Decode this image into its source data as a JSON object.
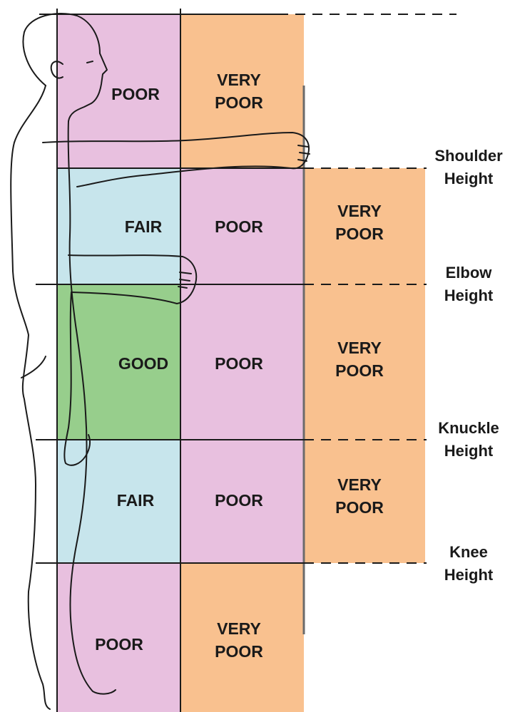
{
  "colors": {
    "good": "#97ce8c",
    "fair": "#c7e5ec",
    "poor": "#e8c0df",
    "very_poor": "#f9c18f",
    "lines": "#1a1a1a"
  },
  "height_markers": [
    {
      "line1": "Shoulder",
      "line2": "Height"
    },
    {
      "line1": "Elbow",
      "line2": "Height"
    },
    {
      "line1": "Knuckle",
      "line2": "Height"
    },
    {
      "line1": "Knee",
      "line2": "Height"
    }
  ],
  "zones": [
    {
      "band": "above-shoulder",
      "col": 1,
      "rating": "poor",
      "line1": "POOR",
      "line2": ""
    },
    {
      "band": "above-shoulder",
      "col": 2,
      "rating": "very_poor",
      "line1": "VERY",
      "line2": "POOR"
    },
    {
      "band": "shoulder-to-elbow",
      "col": 1,
      "rating": "fair",
      "line1": "FAIR",
      "line2": ""
    },
    {
      "band": "shoulder-to-elbow",
      "col": 2,
      "rating": "poor",
      "line1": "POOR",
      "line2": ""
    },
    {
      "band": "shoulder-to-elbow",
      "col": 3,
      "rating": "very_poor",
      "line1": "VERY",
      "line2": "POOR"
    },
    {
      "band": "elbow-to-knuckle",
      "col": 1,
      "rating": "good",
      "line1": "GOOD",
      "line2": ""
    },
    {
      "band": "elbow-to-knuckle",
      "col": 2,
      "rating": "poor",
      "line1": "POOR",
      "line2": ""
    },
    {
      "band": "elbow-to-knuckle",
      "col": 3,
      "rating": "very_poor",
      "line1": "VERY",
      "line2": "POOR"
    },
    {
      "band": "knuckle-to-knee",
      "col": 1,
      "rating": "fair",
      "line1": "FAIR",
      "line2": ""
    },
    {
      "band": "knuckle-to-knee",
      "col": 2,
      "rating": "poor",
      "line1": "POOR",
      "line2": ""
    },
    {
      "band": "knuckle-to-knee",
      "col": 3,
      "rating": "very_poor",
      "line1": "VERY",
      "line2": "POOR"
    },
    {
      "band": "below-knee",
      "col": 1,
      "rating": "poor",
      "line1": "POOR",
      "line2": ""
    },
    {
      "band": "below-knee",
      "col": 2,
      "rating": "very_poor",
      "line1": "VERY",
      "line2": "POOR"
    }
  ]
}
